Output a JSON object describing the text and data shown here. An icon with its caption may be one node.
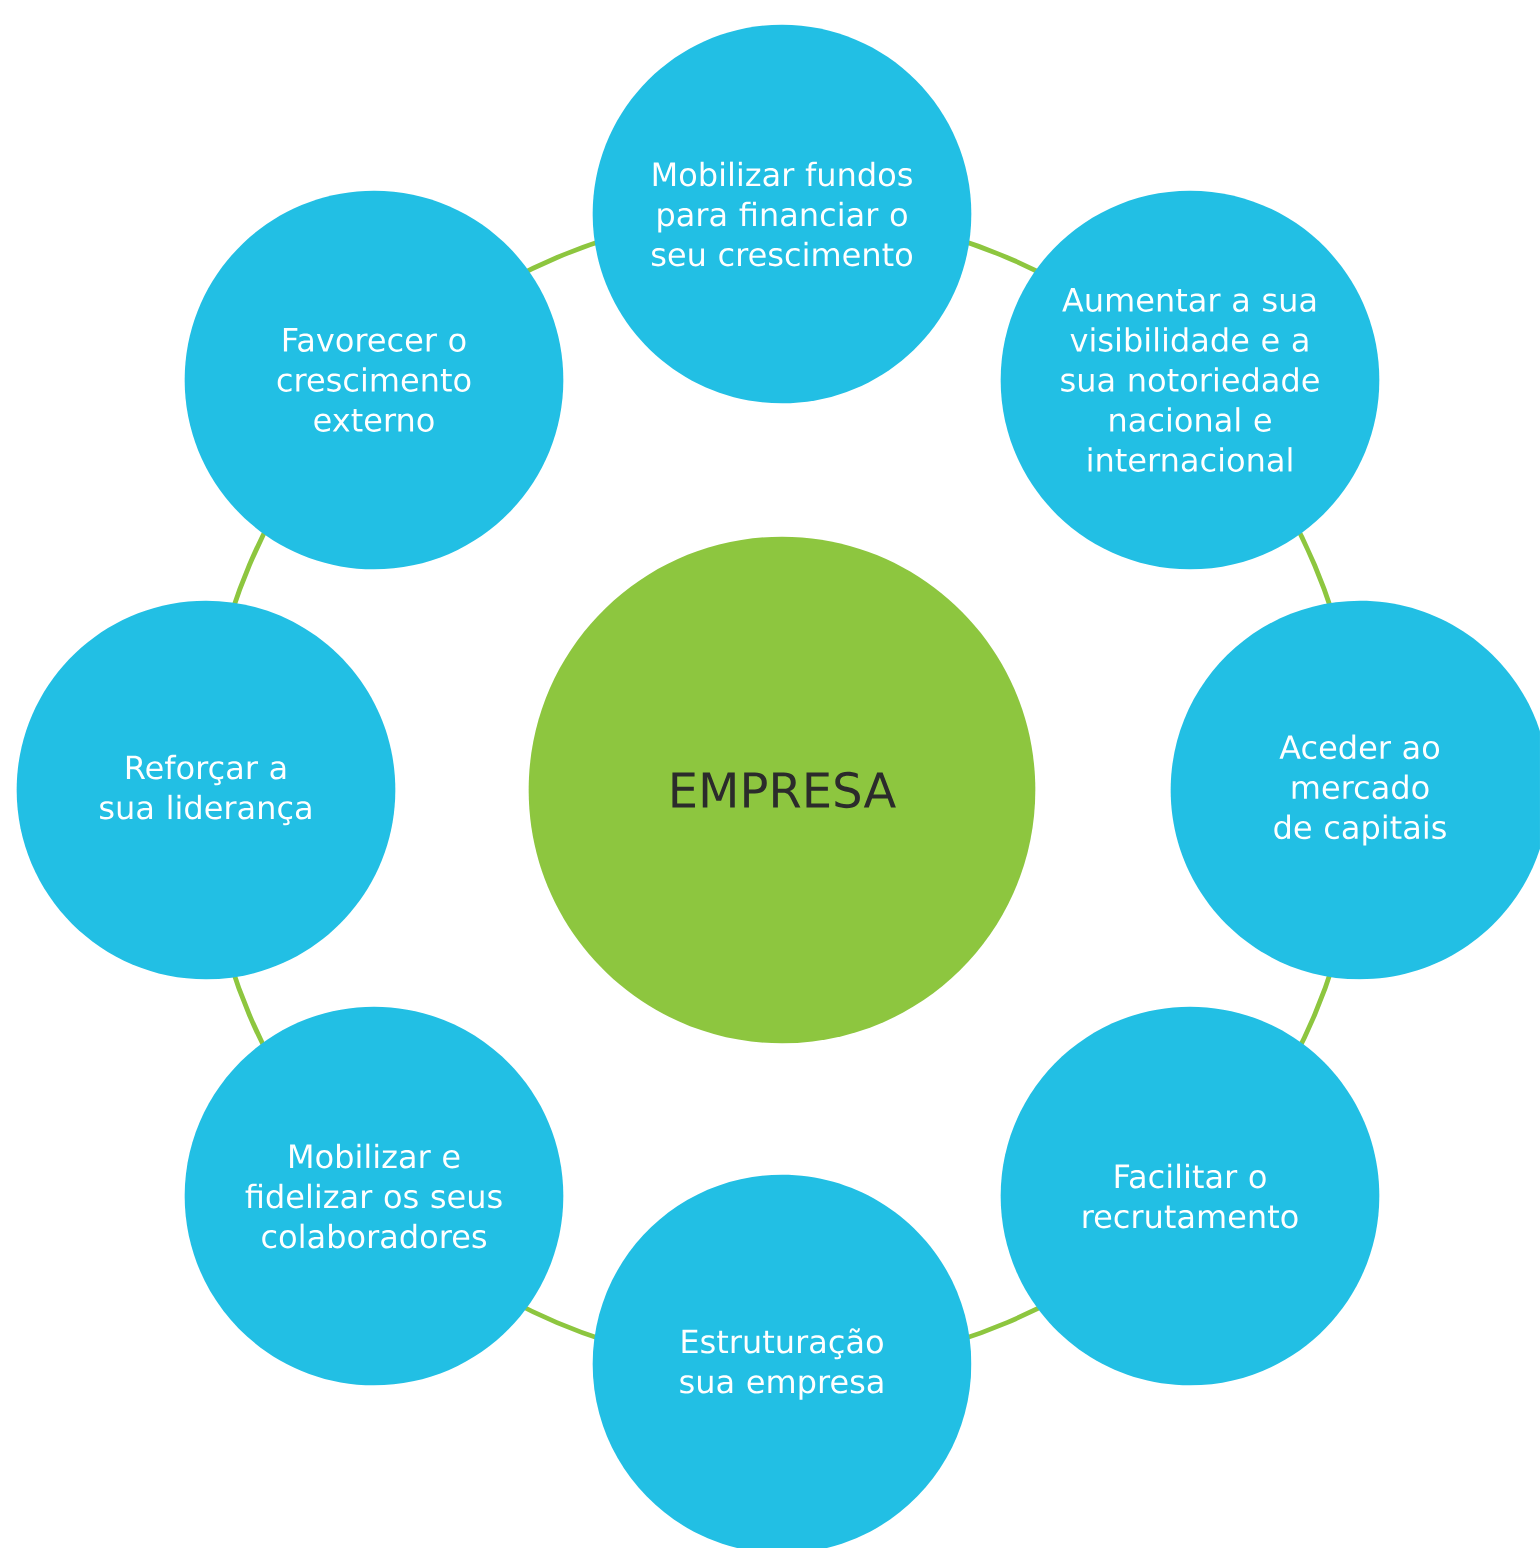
{
  "diagram": {
    "nodes": [
      {
        "text": [
          "EMPRESA"
        ]
      },
      {
        "text": [
          "Mobilizar fundos para financiar o seu crescimento"
        ]
      },
      {
        "text": [
          "Aumentar a sua visibilidade e a sua notoriedade nacional e internacional"
        ]
      },
      {
        "text": [
          "Aceder ao mercado de capitais"
        ]
      },
      {
        "text": [
          "Facilitar o recrutamento"
        ]
      },
      {
        "text": [
          "Estruturação sua empresa"
        ]
      },
      {
        "text": [
          "Mobilizar e fidelizar os seus colaboradores"
        ]
      },
      {
        "text": [
          "Reforçar a sua liderança"
        ]
      },
      {
        "text": [
          "Favorecer o crescimento externo"
        ]
      }
    ]
  }
}
